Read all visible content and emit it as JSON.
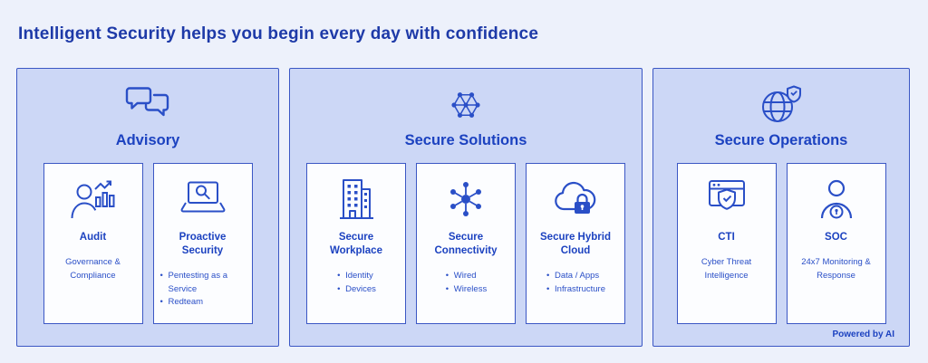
{
  "header": {
    "title": "Intelligent Security helps you begin every day with confidence"
  },
  "colors": {
    "accent": "#2a4fc7",
    "heading": "#1e3aa8",
    "panel_background": "#ccd7f6",
    "page_background": "#edf1fb",
    "card_background": "#fcfdff",
    "border": "#3b57c4"
  },
  "panels": [
    {
      "title": "Advisory",
      "icon": "chat-bubbles-icon",
      "cards": [
        {
          "title": "Audit",
          "icon": "audit-person-chart-icon",
          "description": "Governance & Compliance"
        },
        {
          "title": "Proactive Security",
          "icon": "laptop-search-icon",
          "bullets": [
            "Pentesting as a Service",
            "Redteam"
          ]
        }
      ]
    },
    {
      "title": "Secure Solutions",
      "icon": "network-mesh-icon",
      "cards": [
        {
          "title": "Secure Workplace",
          "icon": "building-icon",
          "bullets": [
            "Identity",
            "Devices"
          ]
        },
        {
          "title": "Secure Connectivity",
          "icon": "connectivity-hub-icon",
          "bullets": [
            "Wired",
            "Wireless"
          ]
        },
        {
          "title": "Secure Hybrid Cloud",
          "icon": "cloud-lock-icon",
          "bullets": [
            "Data / Apps",
            "Infrastructure"
          ]
        }
      ]
    },
    {
      "title": "Secure Operations",
      "icon": "globe-shield-icon",
      "footnote": "Powered by AI",
      "cards": [
        {
          "title": "CTI",
          "icon": "browser-shield-icon",
          "description": "Cyber Threat Intelligence"
        },
        {
          "title": "SOC",
          "icon": "soc-analyst-icon",
          "description": "24x7 Monitoring & Response"
        }
      ]
    }
  ]
}
